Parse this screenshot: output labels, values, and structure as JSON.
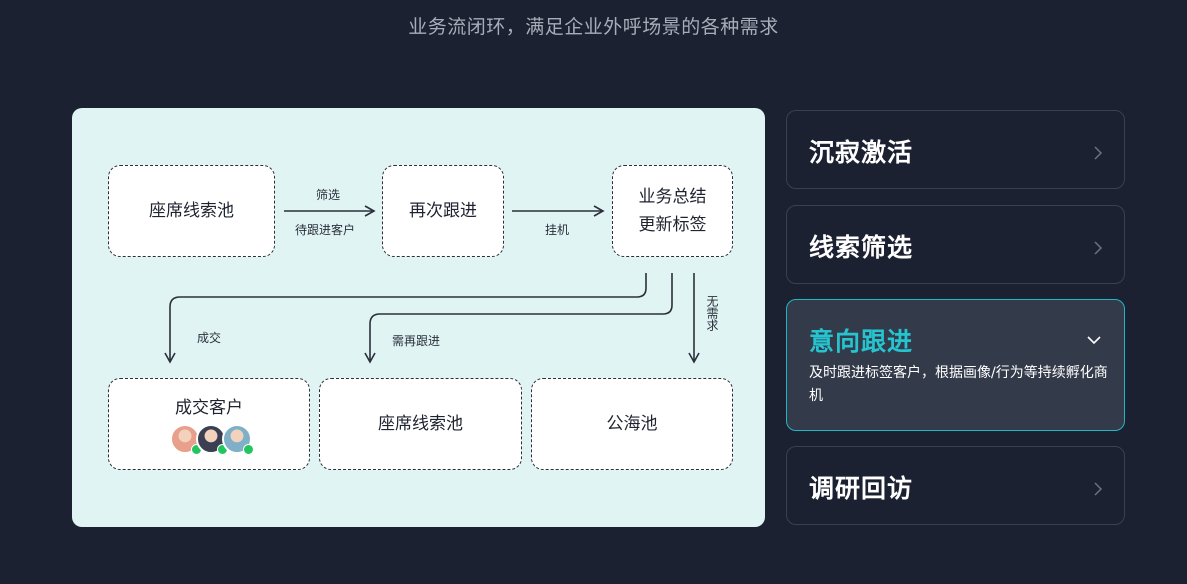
{
  "subtitle": "业务流闭环，满足企业外呼场景的各种需求",
  "flow": {
    "nodes": {
      "pool_top": "座席线索池",
      "follow_again": "再次跟进",
      "summary_line1": "业务总结",
      "summary_line2": "更新标签",
      "deal_customer": "成交客户",
      "pool_bottom": "座席线索池",
      "public_pool": "公海池"
    },
    "edges": {
      "filter": "筛选",
      "pending_customer": "待跟进客户",
      "hangup": "挂机",
      "deal": "成交",
      "need_follow": "需再跟进",
      "no_need": "无需求"
    },
    "avatars": [
      {
        "name": "avatar-woman-1",
        "color": "#e8a08c"
      },
      {
        "name": "avatar-man",
        "color": "#3a3f52"
      },
      {
        "name": "avatar-woman-2",
        "color": "#7fb0c8"
      }
    ]
  },
  "cards": [
    {
      "title": "沉寂激活",
      "desc": "",
      "active": false
    },
    {
      "title": "线索筛选",
      "desc": "",
      "active": false
    },
    {
      "title": "意向跟进",
      "desc": "及时跟进标签客户，根据画像/行为等持续孵化商机",
      "active": true
    },
    {
      "title": "调研回访",
      "desc": "",
      "active": false
    }
  ],
  "colors": {
    "background": "#1c2132",
    "panel": "#e0f4f4",
    "accent": "#25c4cf",
    "check": "#22c55e"
  }
}
